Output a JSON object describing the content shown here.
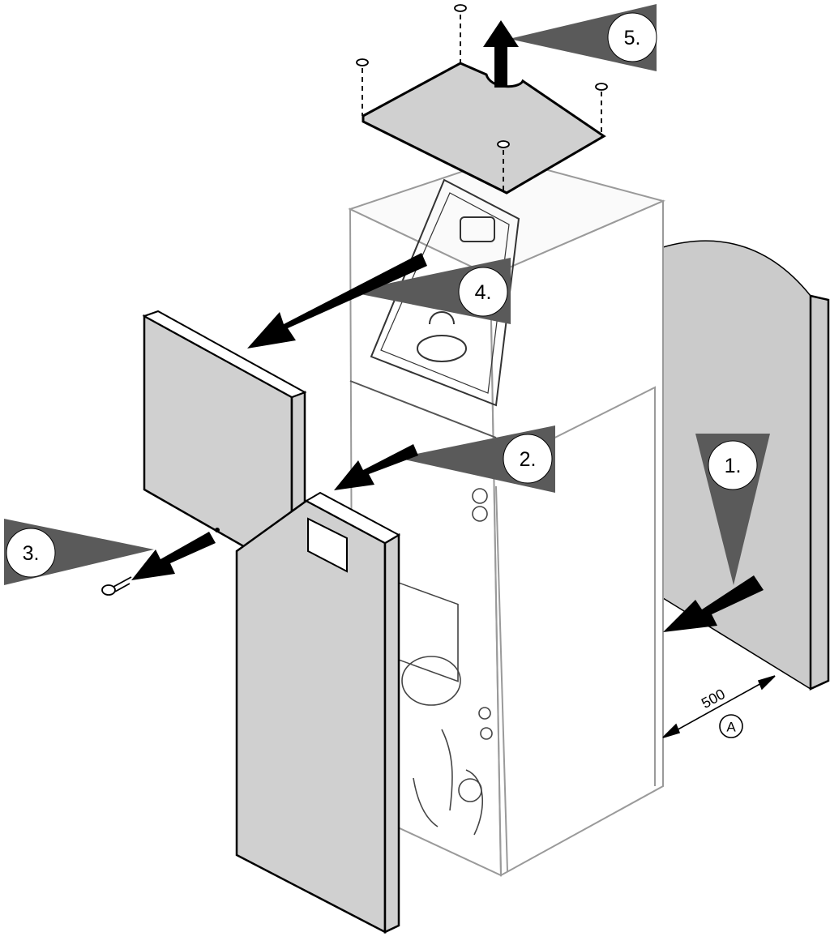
{
  "diagram": {
    "steps": [
      {
        "id": "1",
        "label": "1."
      },
      {
        "id": "2",
        "label": "2."
      },
      {
        "id": "3",
        "label": "3."
      },
      {
        "id": "4",
        "label": "4."
      },
      {
        "id": "5",
        "label": "5."
      }
    ],
    "dimension": {
      "value": "500",
      "reference": "A"
    },
    "colors": {
      "panel": "#d0d0d0",
      "wall": "#cbcbcb",
      "pointer": "#5a5a5a",
      "arrow": "#000000",
      "outline": "#000000",
      "unit_line": "#999999",
      "badge": "#ffffff"
    }
  }
}
